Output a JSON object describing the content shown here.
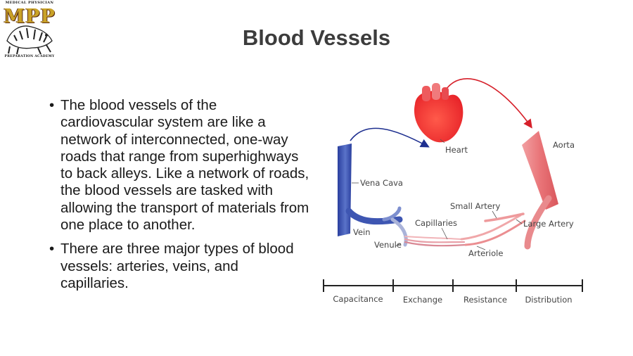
{
  "logo": {
    "top_text": "MEDICAL PHYSICIAN",
    "mark": "MPP",
    "bottom_text": "PREPARATION ACADEMY"
  },
  "title": "Blood Vessels",
  "bullets": [
    "The blood vessels of the cardiovascular system are like a network of interconnected, one-way roads that range from superhighways to back alleys. Like a network of roads, the blood vessels are tasked with allowing the transport of materials from one place to another.",
    "There are three major types of blood vessels: arteries, veins, and capillaries."
  ],
  "diagram": {
    "labels": {
      "heart": "Heart",
      "aorta": "Aorta",
      "vena_cava": "Vena Cava",
      "small_artery": "Small Artery",
      "capillaries": "Capillaries",
      "large_artery": "Large Artery",
      "vein": "Vein",
      "venule": "Venule",
      "arteriole": "Arteriole"
    },
    "scale": [
      "Capacitance",
      "Exchange",
      "Resistance",
      "Distribution"
    ]
  },
  "colors": {
    "artery": "#e8676b",
    "vein": "#2e46a8",
    "arrow_red": "#d6202a",
    "arrow_blue": "#1e2f8f"
  }
}
